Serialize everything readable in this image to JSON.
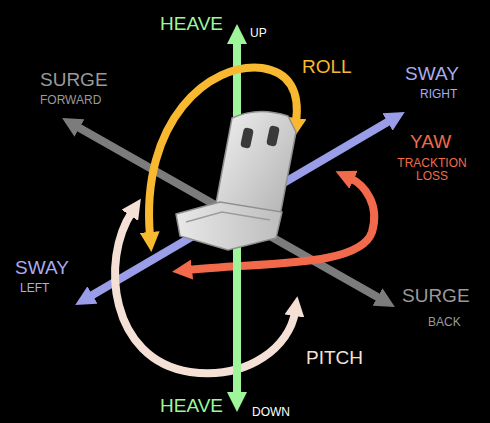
{
  "diagram": {
    "labels": [
      "HEAVE",
      "UP",
      "ROLL",
      "SURGE",
      "FORWARD",
      "SWAY",
      "RIGHT",
      "YAW",
      "TRACKTION LOSS",
      "SWAY",
      "LEFT",
      "SURGE",
      "BACK",
      "PITCH",
      "HEAVE",
      "DOWN"
    ]
  }
}
